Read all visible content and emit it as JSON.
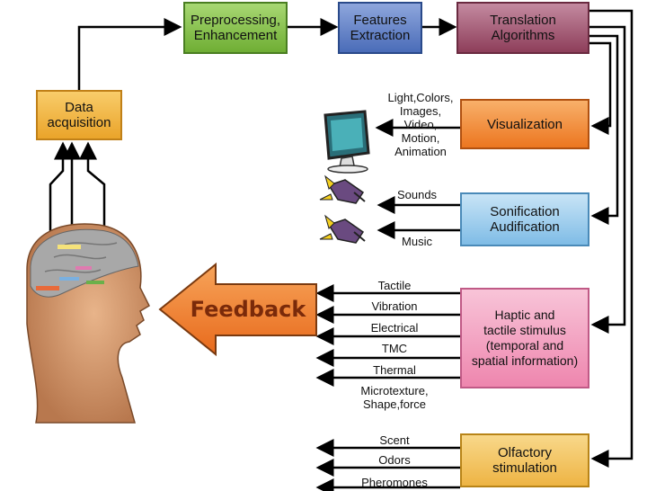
{
  "nodes": {
    "preprocessing": "Preprocessing,\nEnhancement",
    "features": "Features\nExtraction",
    "translation": "Translation\nAlgorithms",
    "data_acquisition": "Data\nacquisition",
    "visualization": "Visualization",
    "sonification": "Sonification\nAudification",
    "haptic": "Haptic and\ntactile stimulus\n(temporal and\nspatial information)",
    "olfactory": "Olfactory\nstimulation",
    "feedback": "Feedback"
  },
  "outputs": {
    "visualization": "Light,Colors,\nImages,\nVideo,\nMotion,\nAnimation",
    "sound": "Sounds",
    "music": "Music",
    "haptic": [
      "Tactile",
      "Vibration",
      "Electrical",
      "TMC",
      "Thermal",
      "Microtexture,\nShape,force"
    ],
    "olfactory": [
      "Scent",
      "Odors",
      "Pheromones"
    ]
  },
  "colors": {
    "green": "#86c24a",
    "blue": "#5d7fc4",
    "maroon": "#9a4a63",
    "gold": "#f2b234",
    "orange": "#f08a2a",
    "lightblue": "#8fc6ea",
    "pink": "#f29abb",
    "feedback_fill": "#f27f2a"
  }
}
